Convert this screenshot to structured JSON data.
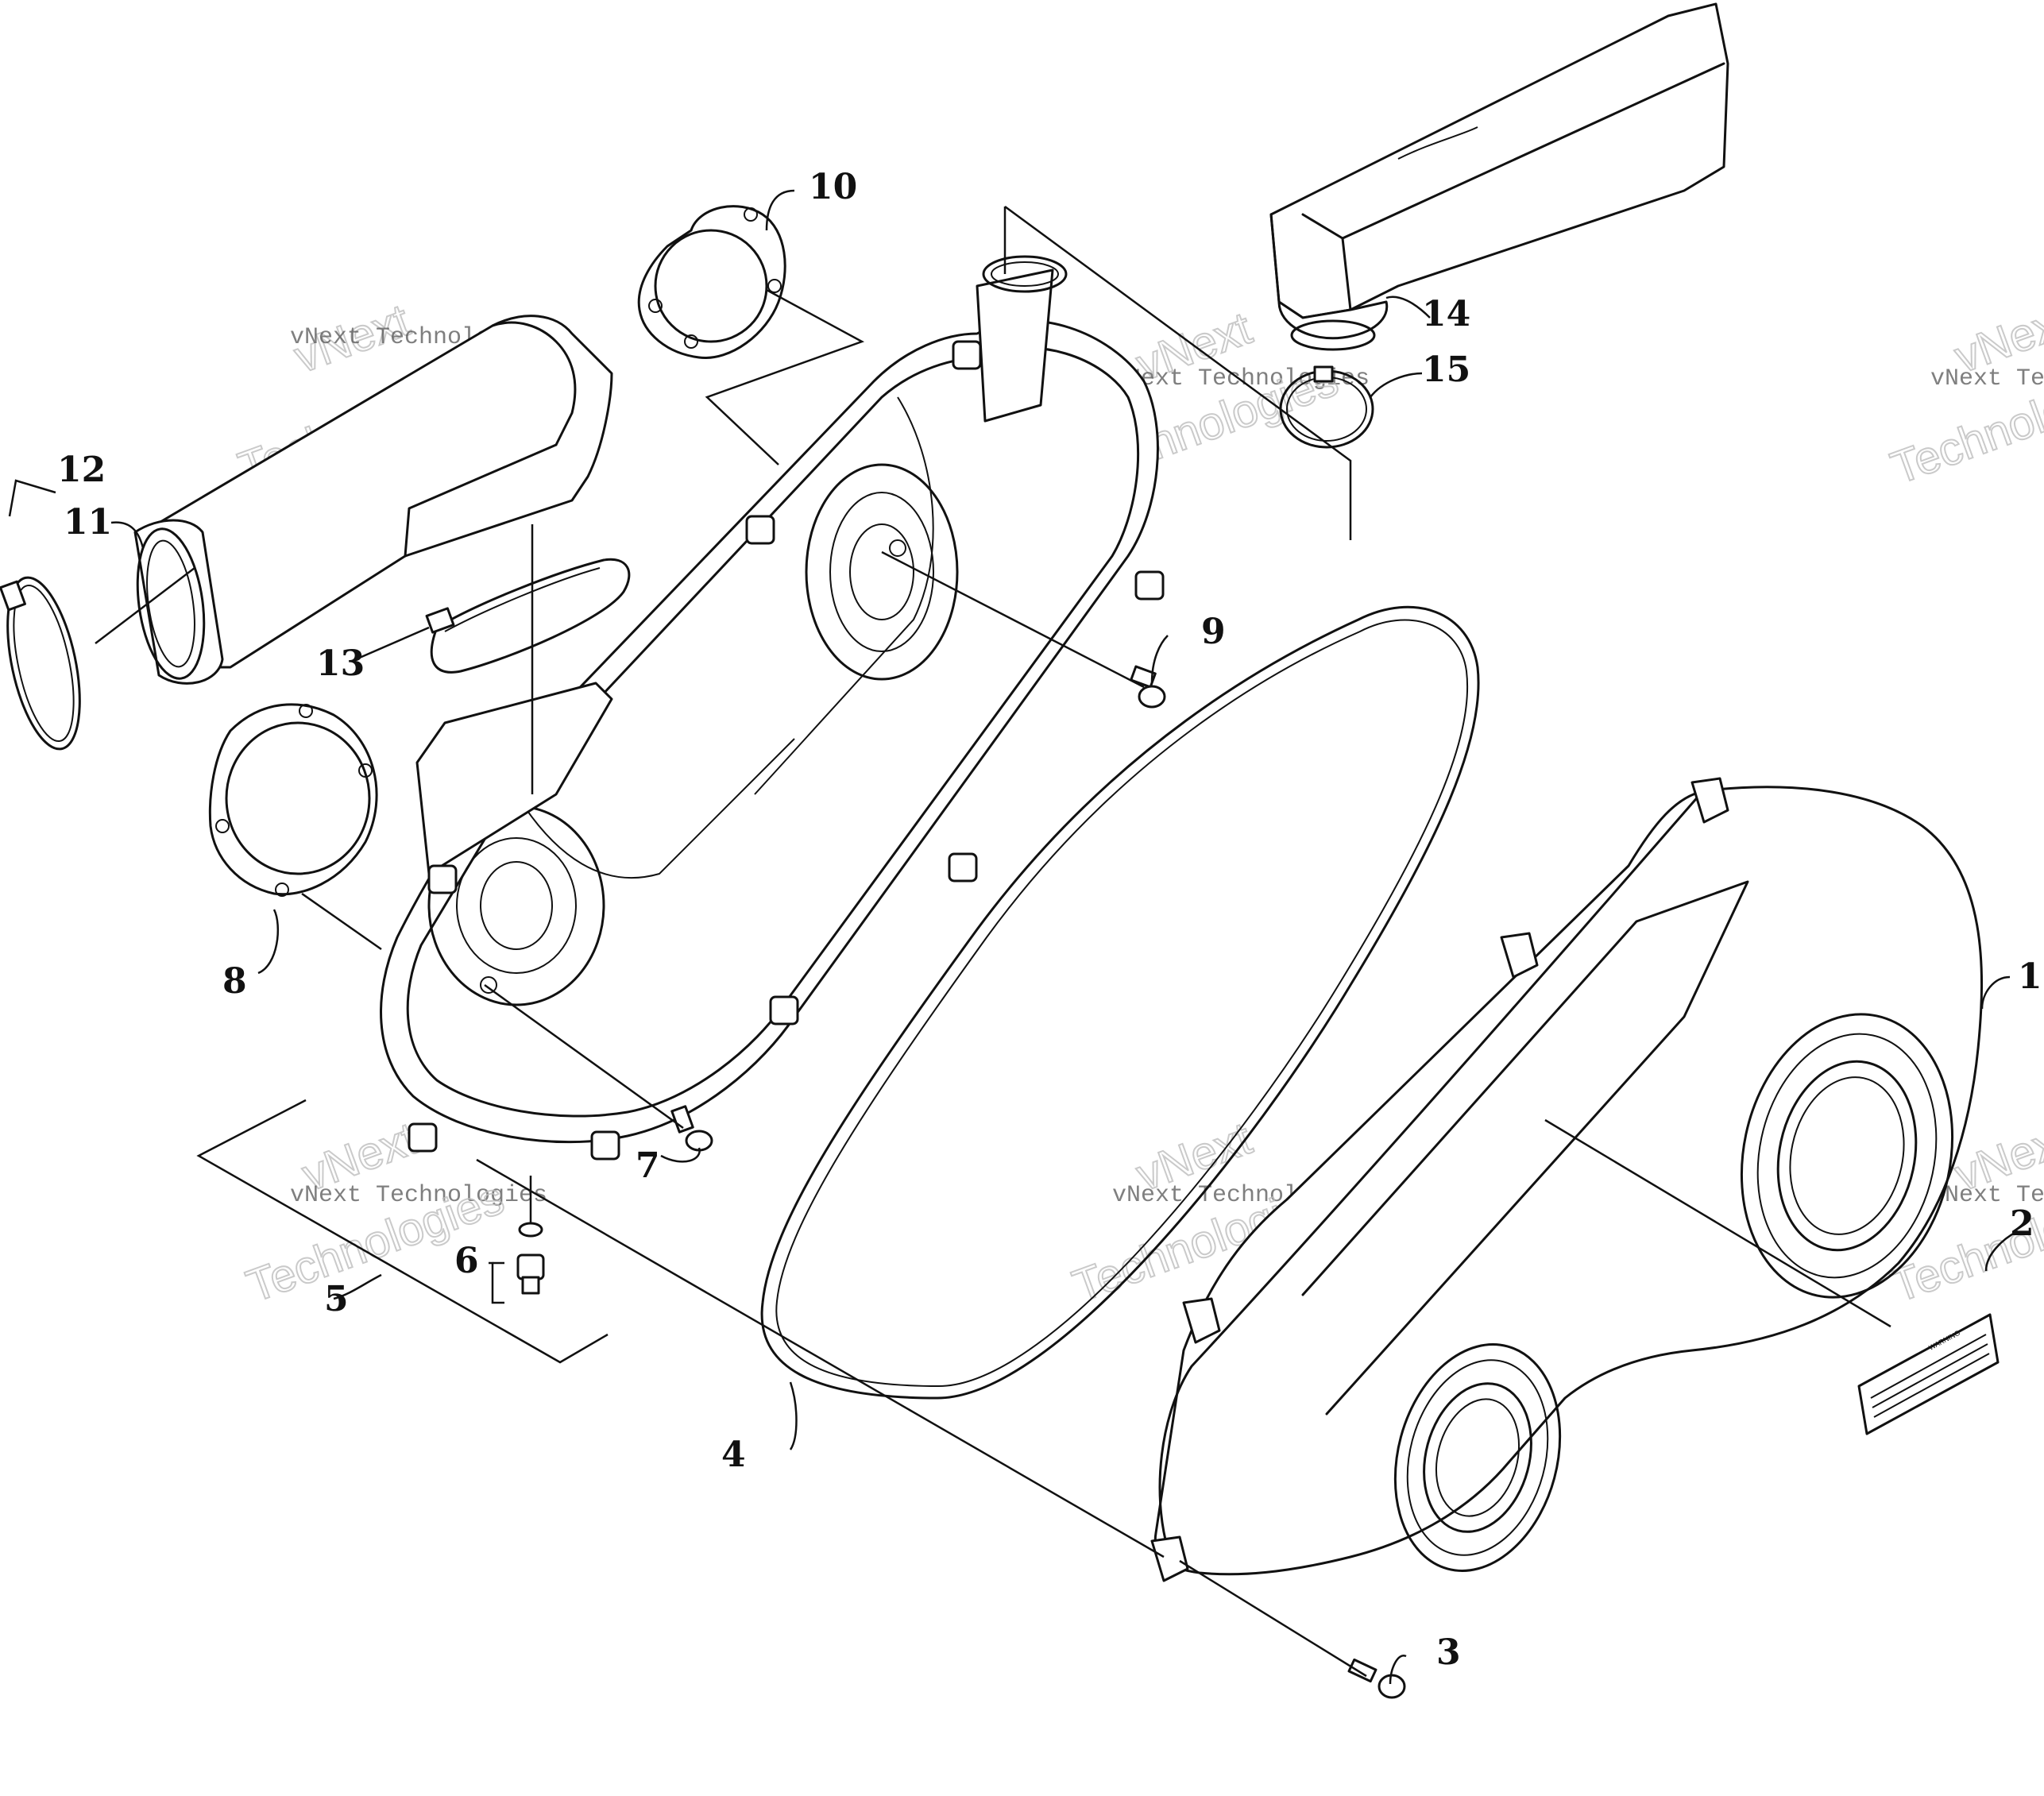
{
  "diagram": {
    "callouts": {
      "c1": "1",
      "c2": "2",
      "c3": "3",
      "c4": "4",
      "c5": "5",
      "c6": "6",
      "c7": "7",
      "c8": "8",
      "c9": "9",
      "c10": "10",
      "c11": "11",
      "c12": "12",
      "c13": "13",
      "c14": "14",
      "c15": "15"
    },
    "watermark": {
      "brand": "vNext",
      "line1": "vNext Technologies",
      "line2": "Technologies"
    },
    "label_decal_text": "WARNING"
  }
}
